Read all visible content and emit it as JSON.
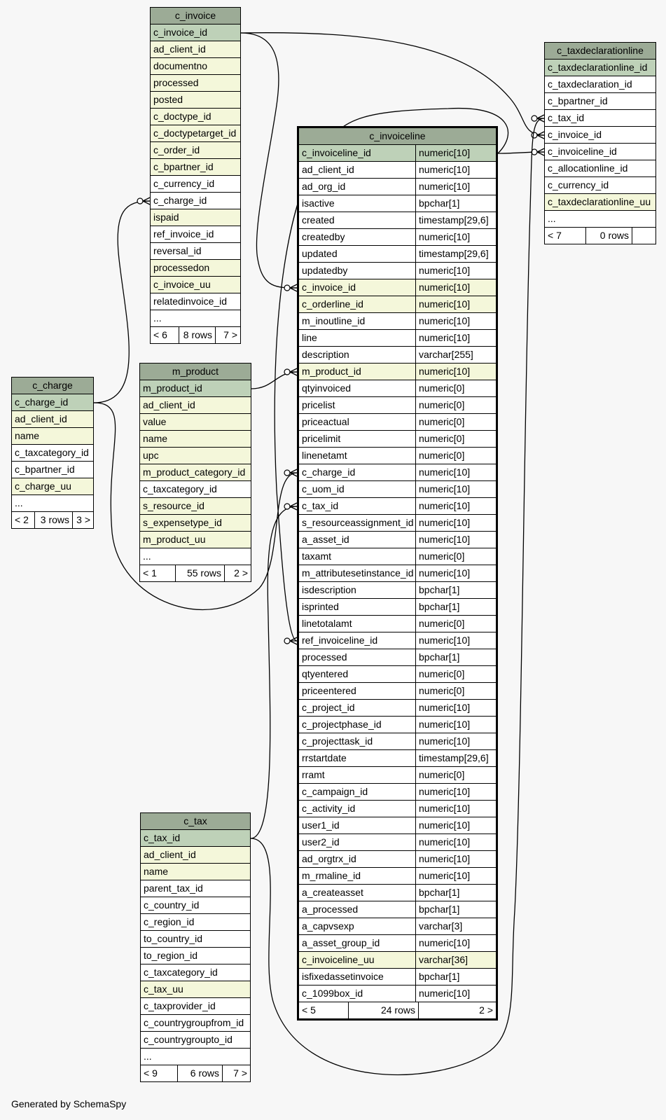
{
  "generated_by": "Generated by SchemaSpy",
  "tables": [
    {
      "id": "c_invoice",
      "name": "c_invoice",
      "columns": [
        {
          "name": "c_invoice_id",
          "kind": "pk"
        },
        {
          "name": "ad_client_id",
          "kind": "idx"
        },
        {
          "name": "documentno",
          "kind": "idx"
        },
        {
          "name": "processed",
          "kind": "idx"
        },
        {
          "name": "posted",
          "kind": "idx"
        },
        {
          "name": "c_doctype_id",
          "kind": "idx"
        },
        {
          "name": "c_doctypetarget_id",
          "kind": "idx"
        },
        {
          "name": "c_order_id",
          "kind": "idx"
        },
        {
          "name": "c_bpartner_id",
          "kind": "idx"
        },
        {
          "name": "c_currency_id",
          "kind": "plain"
        },
        {
          "name": "c_charge_id",
          "kind": "plain"
        },
        {
          "name": "ispaid",
          "kind": "idx"
        },
        {
          "name": "ref_invoice_id",
          "kind": "plain"
        },
        {
          "name": "reversal_id",
          "kind": "plain"
        },
        {
          "name": "processedon",
          "kind": "idx"
        },
        {
          "name": "c_invoice_uu",
          "kind": "idx"
        },
        {
          "name": "relatedinvoice_id",
          "kind": "plain"
        }
      ],
      "more": "...",
      "footer": [
        "< 6",
        "8 rows",
        "7 >"
      ]
    },
    {
      "id": "c_taxdeclarationline",
      "name": "c_taxdeclarationline",
      "columns": [
        {
          "name": "c_taxdeclarationline_id",
          "kind": "pk"
        },
        {
          "name": "c_taxdeclaration_id",
          "kind": "plain"
        },
        {
          "name": "c_bpartner_id",
          "kind": "plain"
        },
        {
          "name": "c_tax_id",
          "kind": "plain"
        },
        {
          "name": "c_invoice_id",
          "kind": "plain"
        },
        {
          "name": "c_invoiceline_id",
          "kind": "plain"
        },
        {
          "name": "c_allocationline_id",
          "kind": "plain"
        },
        {
          "name": "c_currency_id",
          "kind": "plain"
        },
        {
          "name": "c_taxdeclarationline_uu",
          "kind": "idx"
        }
      ],
      "more": "...",
      "footer": [
        "< 7",
        "0 rows",
        ""
      ]
    },
    {
      "id": "c_invoiceline",
      "name": "c_invoiceline",
      "columns": [
        {
          "name": "c_invoiceline_id",
          "type": "numeric[10]",
          "kind": "pk"
        },
        {
          "name": "ad_client_id",
          "type": "numeric[10]",
          "kind": "plain"
        },
        {
          "name": "ad_org_id",
          "type": "numeric[10]",
          "kind": "plain"
        },
        {
          "name": "isactive",
          "type": "bpchar[1]",
          "kind": "plain"
        },
        {
          "name": "created",
          "type": "timestamp[29,6]",
          "kind": "plain"
        },
        {
          "name": "createdby",
          "type": "numeric[10]",
          "kind": "plain"
        },
        {
          "name": "updated",
          "type": "timestamp[29,6]",
          "kind": "plain"
        },
        {
          "name": "updatedby",
          "type": "numeric[10]",
          "kind": "plain"
        },
        {
          "name": "c_invoice_id",
          "type": "numeric[10]",
          "kind": "idx"
        },
        {
          "name": "c_orderline_id",
          "type": "numeric[10]",
          "kind": "idx"
        },
        {
          "name": "m_inoutline_id",
          "type": "numeric[10]",
          "kind": "plain"
        },
        {
          "name": "line",
          "type": "numeric[10]",
          "kind": "plain"
        },
        {
          "name": "description",
          "type": "varchar[255]",
          "kind": "plain"
        },
        {
          "name": "m_product_id",
          "type": "numeric[10]",
          "kind": "idx"
        },
        {
          "name": "qtyinvoiced",
          "type": "numeric[0]",
          "kind": "plain"
        },
        {
          "name": "pricelist",
          "type": "numeric[0]",
          "kind": "plain"
        },
        {
          "name": "priceactual",
          "type": "numeric[0]",
          "kind": "plain"
        },
        {
          "name": "pricelimit",
          "type": "numeric[0]",
          "kind": "plain"
        },
        {
          "name": "linenetamt",
          "type": "numeric[0]",
          "kind": "plain"
        },
        {
          "name": "c_charge_id",
          "type": "numeric[10]",
          "kind": "plain"
        },
        {
          "name": "c_uom_id",
          "type": "numeric[10]",
          "kind": "plain"
        },
        {
          "name": "c_tax_id",
          "type": "numeric[10]",
          "kind": "plain"
        },
        {
          "name": "s_resourceassignment_id",
          "type": "numeric[10]",
          "kind": "plain"
        },
        {
          "name": "a_asset_id",
          "type": "numeric[10]",
          "kind": "plain"
        },
        {
          "name": "taxamt",
          "type": "numeric[0]",
          "kind": "plain"
        },
        {
          "name": "m_attributesetinstance_id",
          "type": "numeric[10]",
          "kind": "plain"
        },
        {
          "name": "isdescription",
          "type": "bpchar[1]",
          "kind": "plain"
        },
        {
          "name": "isprinted",
          "type": "bpchar[1]",
          "kind": "plain"
        },
        {
          "name": "linetotalamt",
          "type": "numeric[0]",
          "kind": "plain"
        },
        {
          "name": "ref_invoiceline_id",
          "type": "numeric[10]",
          "kind": "plain"
        },
        {
          "name": "processed",
          "type": "bpchar[1]",
          "kind": "plain"
        },
        {
          "name": "qtyentered",
          "type": "numeric[0]",
          "kind": "plain"
        },
        {
          "name": "priceentered",
          "type": "numeric[0]",
          "kind": "plain"
        },
        {
          "name": "c_project_id",
          "type": "numeric[10]",
          "kind": "plain"
        },
        {
          "name": "c_projectphase_id",
          "type": "numeric[10]",
          "kind": "plain"
        },
        {
          "name": "c_projecttask_id",
          "type": "numeric[10]",
          "kind": "plain"
        },
        {
          "name": "rrstartdate",
          "type": "timestamp[29,6]",
          "kind": "plain"
        },
        {
          "name": "rramt",
          "type": "numeric[0]",
          "kind": "plain"
        },
        {
          "name": "c_campaign_id",
          "type": "numeric[10]",
          "kind": "plain"
        },
        {
          "name": "c_activity_id",
          "type": "numeric[10]",
          "kind": "plain"
        },
        {
          "name": "user1_id",
          "type": "numeric[10]",
          "kind": "plain"
        },
        {
          "name": "user2_id",
          "type": "numeric[10]",
          "kind": "plain"
        },
        {
          "name": "ad_orgtrx_id",
          "type": "numeric[10]",
          "kind": "plain"
        },
        {
          "name": "m_rmaline_id",
          "type": "numeric[10]",
          "kind": "plain"
        },
        {
          "name": "a_createasset",
          "type": "bpchar[1]",
          "kind": "plain"
        },
        {
          "name": "a_processed",
          "type": "bpchar[1]",
          "kind": "plain"
        },
        {
          "name": "a_capvsexp",
          "type": "varchar[3]",
          "kind": "plain"
        },
        {
          "name": "a_asset_group_id",
          "type": "numeric[10]",
          "kind": "plain"
        },
        {
          "name": "c_invoiceline_uu",
          "type": "varchar[36]",
          "kind": "idx"
        },
        {
          "name": "isfixedassetinvoice",
          "type": "bpchar[1]",
          "kind": "plain"
        },
        {
          "name": "c_1099box_id",
          "type": "numeric[10]",
          "kind": "plain"
        }
      ],
      "more": null,
      "footer": [
        "< 5",
        "24 rows",
        "2 >"
      ]
    },
    {
      "id": "m_product",
      "name": "m_product",
      "columns": [
        {
          "name": "m_product_id",
          "kind": "pk"
        },
        {
          "name": "ad_client_id",
          "kind": "idx"
        },
        {
          "name": "value",
          "kind": "idx"
        },
        {
          "name": "name",
          "kind": "idx"
        },
        {
          "name": "upc",
          "kind": "idx"
        },
        {
          "name": "m_product_category_id",
          "kind": "idx"
        },
        {
          "name": "c_taxcategory_id",
          "kind": "plain"
        },
        {
          "name": "s_resource_id",
          "kind": "idx"
        },
        {
          "name": "s_expensetype_id",
          "kind": "idx"
        },
        {
          "name": "m_product_uu",
          "kind": "idx"
        }
      ],
      "more": "...",
      "footer": [
        "< 1",
        "55 rows",
        "2 >"
      ]
    },
    {
      "id": "c_charge",
      "name": "c_charge",
      "columns": [
        {
          "name": "c_charge_id",
          "kind": "pk"
        },
        {
          "name": "ad_client_id",
          "kind": "idx"
        },
        {
          "name": "name",
          "kind": "idx"
        },
        {
          "name": "c_taxcategory_id",
          "kind": "plain"
        },
        {
          "name": "c_bpartner_id",
          "kind": "plain"
        },
        {
          "name": "c_charge_uu",
          "kind": "idx"
        }
      ],
      "more": "...",
      "footer": [
        "< 2",
        "3 rows",
        "3 >"
      ]
    },
    {
      "id": "c_tax",
      "name": "c_tax",
      "columns": [
        {
          "name": "c_tax_id",
          "kind": "pk"
        },
        {
          "name": "ad_client_id",
          "kind": "idx"
        },
        {
          "name": "name",
          "kind": "idx"
        },
        {
          "name": "parent_tax_id",
          "kind": "plain"
        },
        {
          "name": "c_country_id",
          "kind": "plain"
        },
        {
          "name": "c_region_id",
          "kind": "plain"
        },
        {
          "name": "to_country_id",
          "kind": "plain"
        },
        {
          "name": "to_region_id",
          "kind": "plain"
        },
        {
          "name": "c_taxcategory_id",
          "kind": "plain"
        },
        {
          "name": "c_tax_uu",
          "kind": "idx"
        },
        {
          "name": "c_taxprovider_id",
          "kind": "plain"
        },
        {
          "name": "c_countrygroupfrom_id",
          "kind": "plain"
        },
        {
          "name": "c_countrygroupto_id",
          "kind": "plain"
        }
      ],
      "more": "...",
      "footer": [
        "< 9",
        "6 rows",
        "7 >"
      ]
    }
  ],
  "relationships": [
    {
      "from": "c_invoice.c_invoice_id",
      "to": "c_invoiceline.c_invoice_id"
    },
    {
      "from": "c_invoice.c_invoice_id",
      "to": "c_taxdeclarationline.c_invoice_id"
    },
    {
      "from": "c_invoiceline.c_invoiceline_id",
      "to": "c_taxdeclarationline.c_invoiceline_id"
    },
    {
      "from": "c_invoiceline.c_invoiceline_id",
      "to": "c_invoiceline.ref_invoiceline_id"
    },
    {
      "from": "m_product.m_product_id",
      "to": "c_invoiceline.m_product_id"
    },
    {
      "from": "c_charge.c_charge_id",
      "to": "c_invoice.c_charge_id"
    },
    {
      "from": "c_charge.c_charge_id",
      "to": "c_invoiceline.c_charge_id"
    },
    {
      "from": "c_tax.c_tax_id",
      "to": "c_invoiceline.c_tax_id"
    },
    {
      "from": "c_tax.c_tax_id",
      "to": "c_taxdeclarationline.c_tax_id"
    }
  ]
}
